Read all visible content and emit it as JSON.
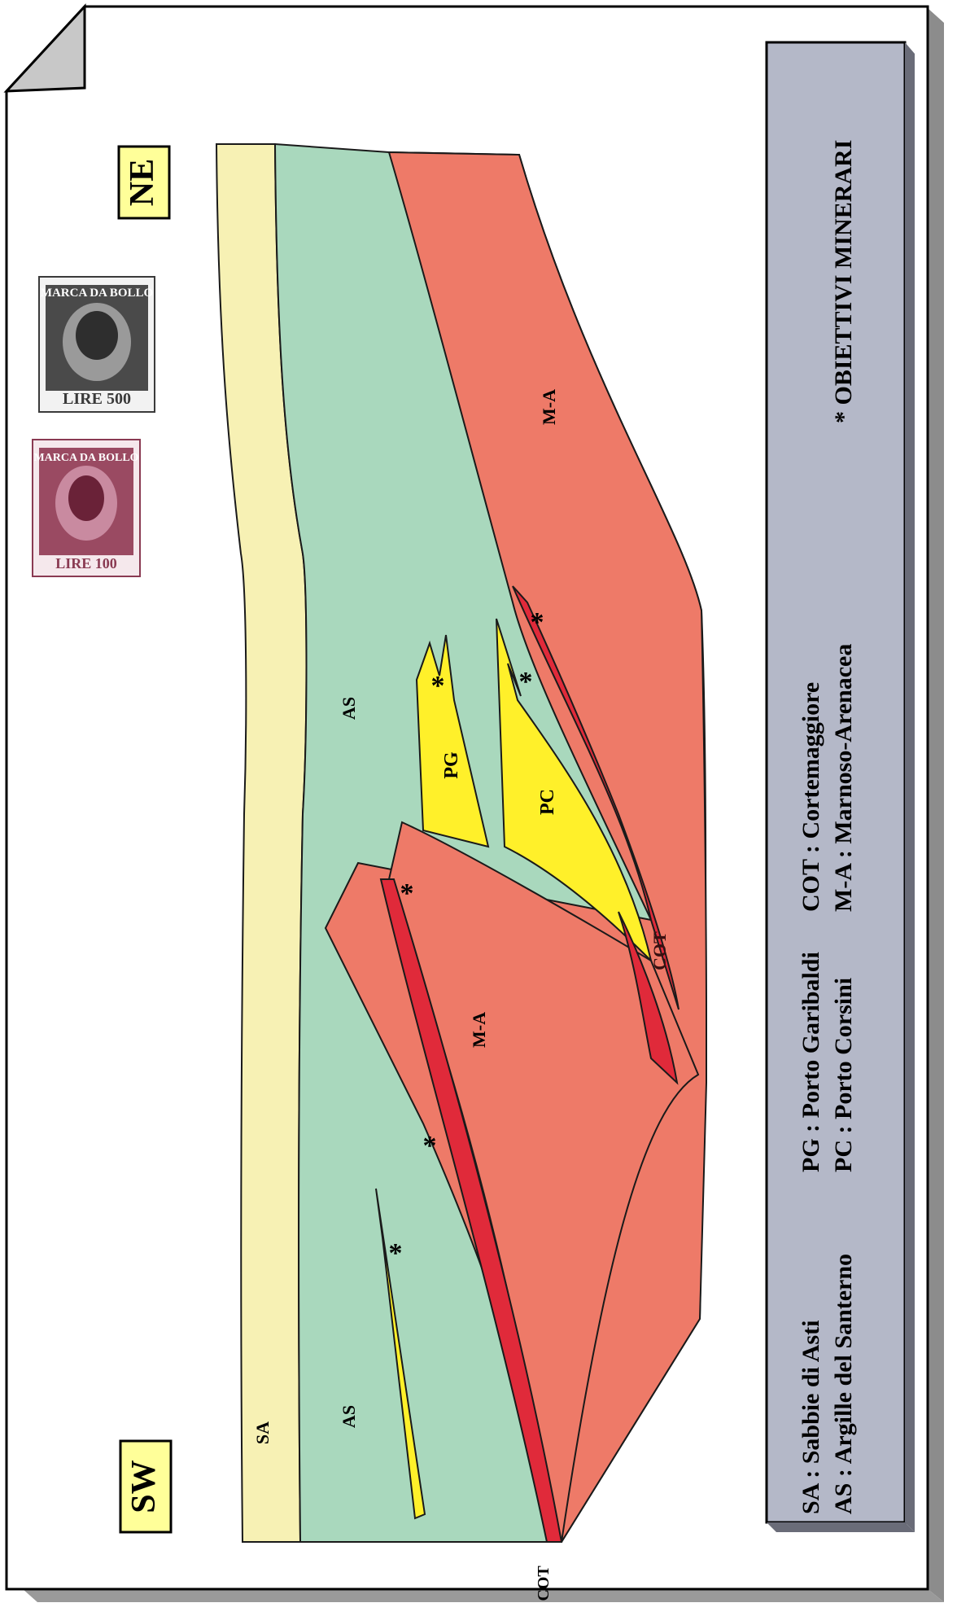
{
  "orientation_labels": {
    "southwest": "SW",
    "northeast": "NE"
  },
  "unit_labels": {
    "sa": "SA",
    "as_left": "AS",
    "as_upper": "AS",
    "pg": "PG",
    "pc": "PC",
    "ma_left": "M-A",
    "ma_right": "M-A",
    "cot_inner": "COT",
    "cot_edge": "COT"
  },
  "marker_symbol": "*",
  "legend": {
    "entries": [
      {
        "abbr": "SA",
        "sep": " : ",
        "text": "Sabbie di Asti"
      },
      {
        "abbr": "AS",
        "sep": " : ",
        "text": "Argille del Santerno"
      },
      {
        "abbr": "PG",
        "sep": " : ",
        "text": "Porto Garibaldi"
      },
      {
        "abbr": "PC",
        "sep": " : ",
        "text": "Porto Corsini"
      },
      {
        "abbr": "COT",
        "sep": " : ",
        "text": "Cortemaggiore"
      },
      {
        "abbr": "M-A",
        "sep": " : ",
        "text": "Marnoso-Arenacea"
      }
    ],
    "objectives_symbol": "*",
    "objectives_label": "OBIETTIVI MINERARI"
  },
  "stamps": [
    {
      "header": "MARCA DA BOLLO",
      "value": "LIRE 500",
      "color": "#3a3a3a"
    },
    {
      "header": "MARCA DA BOLLO",
      "value": "LIRE 100",
      "color": "#8a3a52"
    }
  ],
  "colors": {
    "sabbie_di_asti": "#f7f1b4",
    "argille_del_santerno": "#a9d8bd",
    "marnoso_arenacea": "#ee7a68",
    "cortemaggiore": "#e02a3a",
    "porto_sands": "#fff02a",
    "legend_panel": "#b4b8c8",
    "label_box": "#ffff99"
  }
}
